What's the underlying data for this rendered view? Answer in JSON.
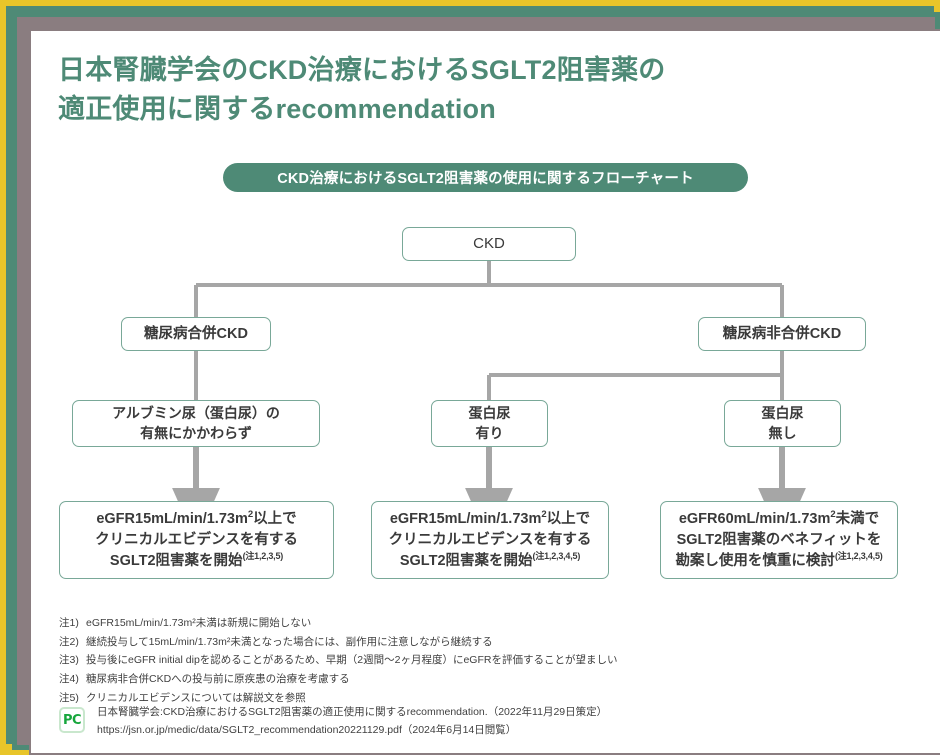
{
  "page": {
    "title_line1": "日本腎臓学会のCKD治療におけるSGLT2阻害薬の",
    "title_line2": "適正使用に関するrecommendation",
    "banner": "CKD治療におけるSGLT2阻害薬の使用に関するフローチャート"
  },
  "colors": {
    "frame_outer": "#e8c52a",
    "frame_inner": "#4e8a76",
    "accent_green": "#4e8a76",
    "node_border": "#79a898",
    "connector_gray": "#a6a6a6",
    "text_dark": "#3a3a3a",
    "icon_green": "#16a63c"
  },
  "flowchart": {
    "root": {
      "label": "CKD"
    },
    "level2": [
      {
        "label": "糖尿病合併CKD"
      },
      {
        "label": "糖尿病非合併CKD"
      }
    ],
    "level3": [
      {
        "line1": "アルブミン尿（蛋白尿）の",
        "line2": "有無にかかわらず"
      },
      {
        "line1": "蛋白尿",
        "line2": "有り"
      },
      {
        "line1": "蛋白尿",
        "line2": "無し"
      }
    ],
    "level4": [
      {
        "line1_a": "eGFR15mL/min/1.73m",
        "line1_sup": "2",
        "line1_b": "以上で",
        "line2": "クリニカルエビデンスを有する",
        "line3": "SGLT2阻害薬を開始",
        "footnote": "(注1,2,3,5)"
      },
      {
        "line1_a": "eGFR15mL/min/1.73m",
        "line1_sup": "2",
        "line1_b": "以上で",
        "line2": "クリニカルエビデンスを有する",
        "line3": "SGLT2阻害薬を開始",
        "footnote": "(注1,2,3,4,5)"
      },
      {
        "line1_a": "eGFR60mL/min/1.73m",
        "line1_sup": "2",
        "line1_b": "未満で",
        "line2": "SGLT2阻害薬のベネフィットを",
        "line3": "勘案し使用を慎重に検討",
        "footnote": "(注1,2,3,4,5)"
      }
    ]
  },
  "notes": [
    {
      "label": "注1)",
      "text": "eGFR15mL/min/1.73m²未満は新規に開始しない"
    },
    {
      "label": "注2)",
      "text": "継続投与して15mL/min/1.73m²未満となった場合には、副作用に注意しながら継続する"
    },
    {
      "label": "注3)",
      "text": "投与後にeGFR initial dipを認めることがあるため、早期（2週間〜2ヶ月程度）にeGFRを評価することが望ましい"
    },
    {
      "label": "注4)",
      "text": "糖尿病非合併CKDへの投与前に原疾患の治療を考慮する"
    },
    {
      "label": "注5)",
      "text": "クリニカルエビデンスについては解説文を参照"
    }
  ],
  "citation": {
    "icon_text": "PC",
    "line1": "日本腎臓学会:CKD治療におけるSGLT2阻害薬の適正使用に関するrecommendation.（2022年11月29日策定）",
    "line2": "https://jsn.or.jp/medic/data/SGLT2_recommendation20221129.pdf（2024年6月14日閲覧）"
  }
}
